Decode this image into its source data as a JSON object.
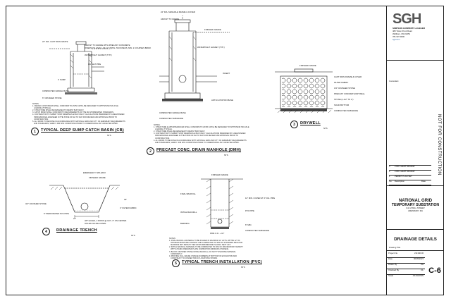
{
  "firm": {
    "logo_text": "SGH",
    "name": "SIMPSON GUMPERTZ & HEGER",
    "address": [
      "480 Totten Pond Road",
      "Waltham, MA 02451",
      "781.907.9000",
      "sgh.com"
    ]
  },
  "stamp_label": "Consultant",
  "status_text": "NOT FOR CONSTRUCTION",
  "revisions": [
    {
      "no": "3",
      "desc": "FOR CLIENT REVIEW",
      "date": ""
    },
    {
      "no": "2",
      "desc": "FOR CLIENT REVIEW",
      "date": ""
    },
    {
      "no": "1",
      "desc": "PERMIT PLAN SET",
      "date": ""
    },
    {
      "no": "No.",
      "desc": "Description",
      "date": "Date"
    }
  ],
  "project": {
    "client": "NATIONAL GRID",
    "name": "TEMPORARY SUBSTATION",
    "street": "0 & 18 MILL STREET",
    "town": "AMESBURY, MA"
  },
  "drawing_title": "DRAINAGE DETAILS",
  "title_block_fields": [
    {
      "k": "Project No.",
      "v": "211340.00"
    },
    {
      "k": "Date",
      "v": "06/05/2023"
    },
    {
      "k": "Drawn By",
      "v": "KH"
    },
    {
      "k": "Checked By",
      "v": "DL"
    },
    {
      "k": "Scale",
      "v": "AS SHOWN"
    }
  ],
  "drawing_label": "Drawing Title",
  "sheet_number": "C-6",
  "details": [
    {
      "num": "1",
      "title": "TYPICAL DEEP SUMP CATCH BASIN (CB)",
      "scale": "NTS"
    },
    {
      "num": "2",
      "title": "PRECAST CONC. DRAIN MANHOLE (DMH)",
      "scale": "NTS"
    },
    {
      "num": "3",
      "title": "DRYWELL",
      "scale": "NTS"
    },
    {
      "num": "4",
      "title": "DRAINAGE TRENCH",
      "scale": "NTS"
    },
    {
      "num": "5",
      "title": "TYPICAL TRENCH INSTALLATION (PVC)",
      "scale": "NTS"
    }
  ],
  "callouts": {
    "cb": [
      "24\" DIA. CAST IRON GRATE",
      "ADJUST TO GRADE WITH PRECAST CONCRETE",
      "RISERS TO A MAX. OF 12\" TOTAL THICKNESS, MIN. 2 COURSES BRICK",
      "WATERTIGHT GASKET (TYP.)",
      "OUTLET PIPE",
      "4' SUMP",
      "COMPACTED GRAVEL BASE",
      "6\" CRUSHED STONE"
    ],
    "dmh": [
      "24\" DIA. MANHOLE FRAME & COVER",
      "ADJUST TO GRADE",
      "FINISHED GRADE",
      "WATERTIGHT GASKET (TYP.)",
      "INVERT",
      "ANTI-FLOTATION BASE",
      "COMPACTED GRAVEL BASE",
      "COMPACTED SUBGRADE"
    ],
    "dw": [
      "FINISHED GRADE",
      "CAST IRON FRAME & COVER",
      "FILTER FABRIC",
      "3/4\" CRUSHED STONE",
      "PRECAST CONCRETE DRYWELL",
      "STONE (1-1/2\" TO 2\")",
      "SOLID BOTTOM",
      "COMPACTED SUBGRADE"
    ],
    "trench": [
      "EMERGENCY SPILLWAY",
      "FINISHED GRADE",
      "3/4\" CRUSHED STONE",
      "6\" PERFORATED PVC PIPE",
      "4\" FILTER FABRIC",
      "24\"",
      "36\"",
      "3/8\" HOLES, 2 ROWS @ 120°, 6\" ON CENTER. HOLES FACING DOWN."
    ],
    "pvc": [
      "FINISHED GRADE",
      "FINAL BACKFILL",
      "INITIAL BACKFILL",
      "BEDDING",
      "12\" MIN. COVER AT 4\" DIA. PIPE",
      "PVC PIPE",
      "COMPACTED SUBGRADE",
      "6\" MIN.",
      "PIPE O.D. + 16\""
    ]
  },
  "notes": {
    "cb": "NOTES:\n1. DESIGN CATCH BASIN SHALL CONFORM TO ASTM C478 & BE DESIGNED TO WITHSTAND H20 AXLE\n   LOADING (TYPICAL).\n2. STRUCTURE SHALL BE DESIGNED TO RESIST BUOYANCY.\n3. CATCH BASIN SHALL CONFORM TO REQUIREMENTS OF THE MA STORMWATER STANDARDS.\n4. CONTRACTOR TO SUBMIT SHOP DRAWINGS & BUOYANCY CALCULATIONS PREPARED BY A REGISTERED\n   PROFESSIONAL ENGINEER IN THE STATE OF MA TO SGH FOR REVIEW AND APPROVAL PRIOR TO\n   CONSTRUCTION.\n5. ALL WORK TO BE DONE IN ACCORDANCE WITH NATIONAL GRID AND CITY OF AMESBURY REQUIREMENTS\n   AND STANDARDS, VERIFY JOB SITE CONDITIONS PRIOR TO UNDERTAKING ANY AFFECTED WORK.",
    "dmh": "NOTES:\n1. STRUCTURE & APPURTENANCES SHALL CONFORM TO ASTM C478 & BE DESIGNED TO WITHSTAND H20 AXLE\n   LOADING (TYPICAL).\n2. STRUCTURE SHALL BE DESIGNED TO RESIST BUOYANCY.\n3. CONTRACTOR TO SUBMIT SHOP DRAWINGS & BUOYANCY CALCULATIONS PREPARED BY A REGISTERED\n   PROFESSIONAL ENGINEER IN THE STATE OF MA TO SGH FOR REVIEW AND APPROVAL PRIOR TO\n   CONSTRUCTION.\n4. ALL WORK TO BE DONE IN ACCORDANCE WITH NATIONAL GRID AND CITY OF AMESBURY REQUIREMENTS\n   AND STANDARDS, VERIFY JOB SITE CONDITIONS PRIOR TO UNDERTAKING ANY AFFECTED WORK.",
    "pvc": "NOTES:\n1. FINAL BACKFILL MATERIAL TO BE PLACED IN MAXIMUM 12\" LIFTS. WITHIN 12\" OF\n   OPTIMUM MOISTURE CONTENT AND COMPACTED TO 95% OF STANDARD PROCTOR\n   MAXIMUM DRY DENSITY PER ASTM D698 BEFORE PLACING NEXT LIFT.\n2. INITIAL BACKFILL MATERIAL TO BE COMPACTED TO 90% OF MAXIMUM DRY DENSITY\n   WITH A HAND-OPERATED PLATE COMPACTOR (MINIMUM 2 PASSES).\n3. BLOCK CRUSHED STONE INITIAL BACKFILL, DO NOT TYPE DRIVE MATERIAL\n   CONSTANTLY.\n4. PROVIDE FULL GRADE CHANGE NUMBERS AT BOTTOM OF EXCAVATION AND\n   CONSTRUCT TO CONNECTION AT LOCATIONS SHOWN."
  }
}
